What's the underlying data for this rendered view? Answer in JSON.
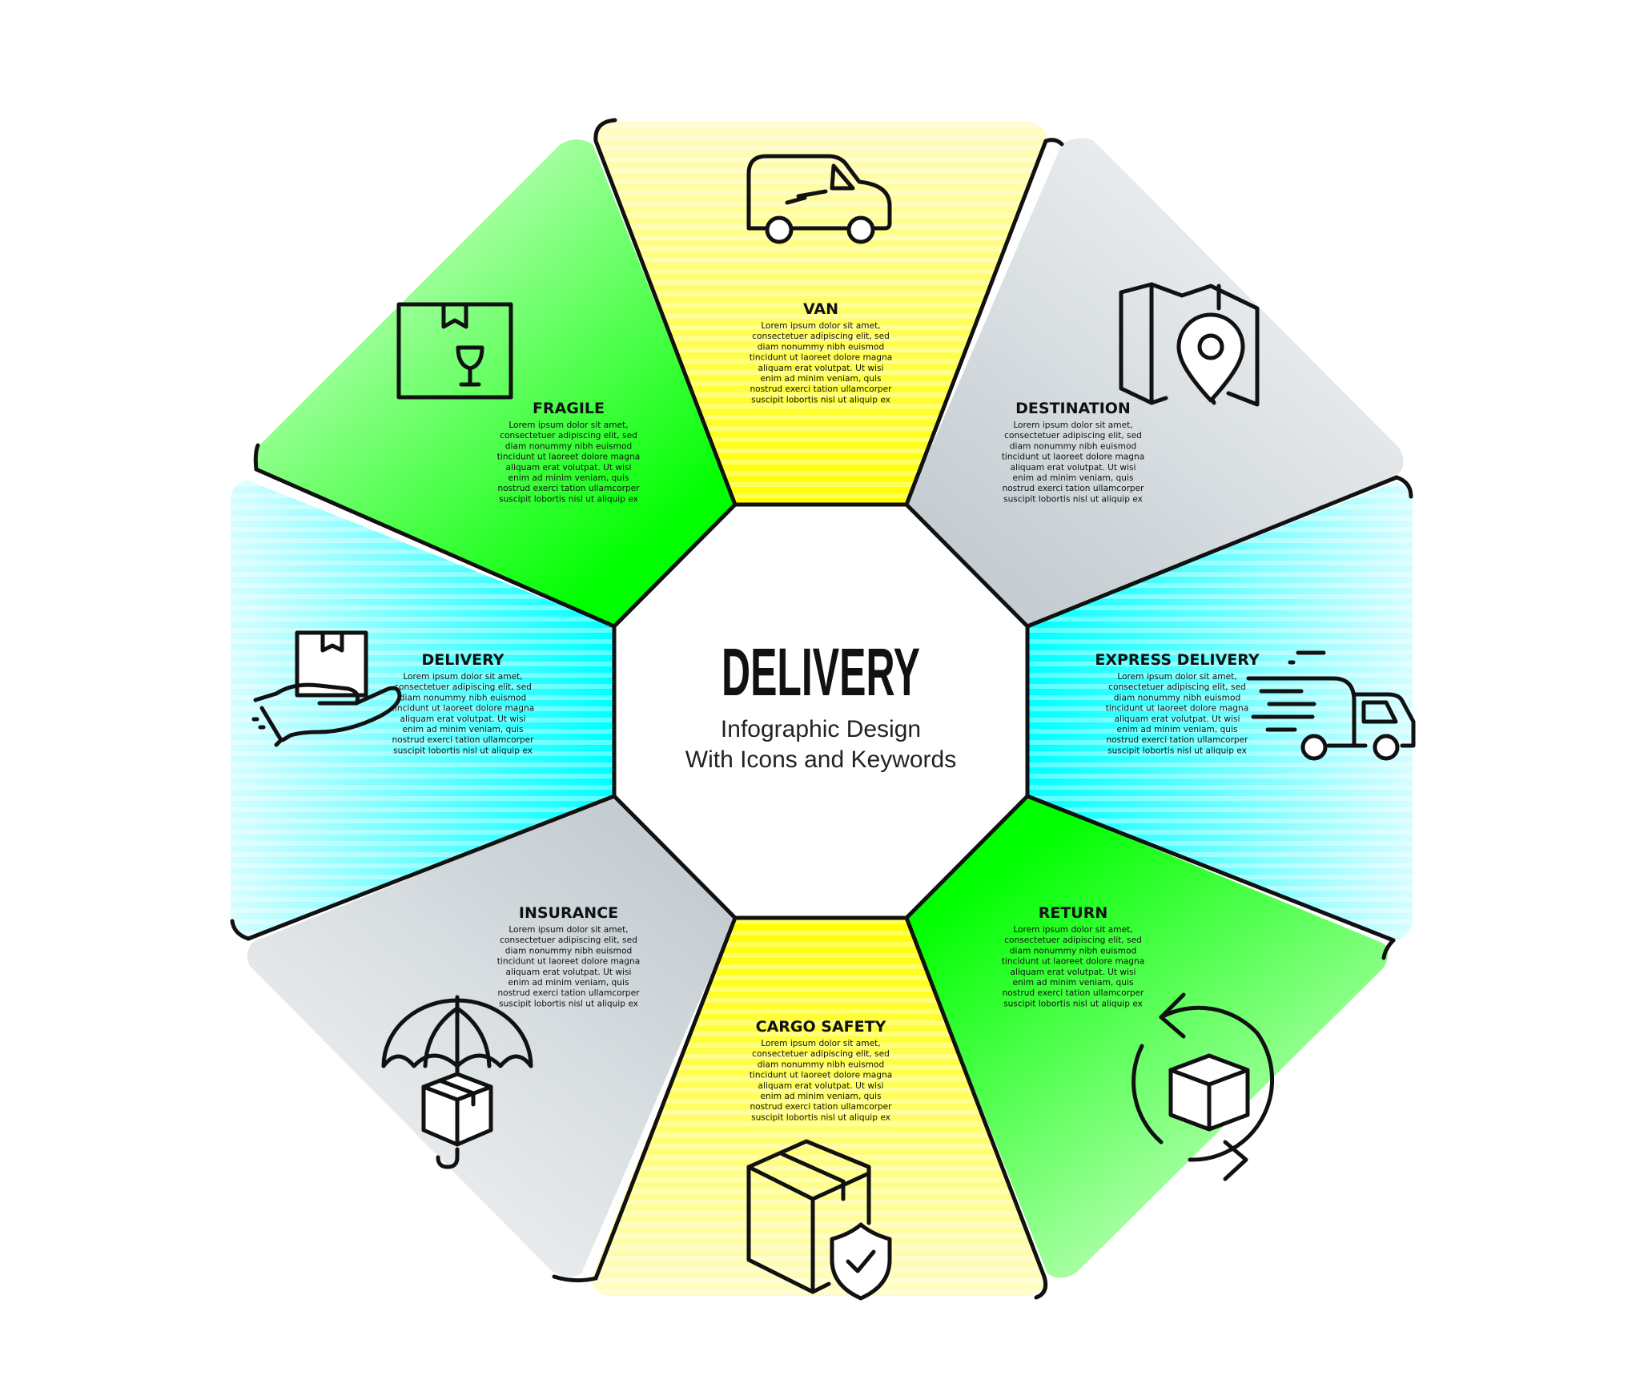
{
  "center": {
    "title": "DELIVERY",
    "subtitle_line1": "Infographic Design",
    "subtitle_line2": "With Icons and Keywords"
  },
  "segments": [
    {
      "title": "VAN",
      "icon": "van-icon",
      "color": "#ffff00",
      "body": [
        "Lorem ipsum dolor sit amet,",
        "consectetuer adipiscing elit, sed",
        "diam nonummy nibh euismod",
        "tincidunt ut laoreet dolore magna",
        "aliquam erat volutpat. Ut wisi",
        "enim ad minim veniam, quis",
        "nostrud exerci tation ullamcorper",
        "suscipit lobortis nisl ut aliquip ex"
      ]
    },
    {
      "title": "DESTINATION",
      "icon": "map-pin-icon",
      "color": "#c9d1d6",
      "body": [
        "Lorem ipsum dolor sit amet,",
        "consectetuer adipiscing elit, sed",
        "diam nonummy nibh euismod",
        "tincidunt ut laoreet dolore magna",
        "aliquam erat volutpat. Ut wisi",
        "enim ad minim veniam, quis",
        "nostrud exerci tation ullamcorper",
        "suscipit lobortis nisl ut aliquip ex"
      ]
    },
    {
      "title": "EXPRESS DELIVERY",
      "icon": "express-truck-icon",
      "color": "#00ffff",
      "body": [
        "Lorem ipsum dolor sit amet,",
        "consectetuer adipiscing elit, sed",
        "diam nonummy nibh euismod",
        "tincidunt ut laoreet dolore magna",
        "aliquam erat volutpat. Ut wisi",
        "enim ad minim veniam, quis",
        "nostrud exerci tation ullamcorper",
        "suscipit lobortis nisl ut aliquip ex"
      ]
    },
    {
      "title": "RETURN",
      "icon": "return-box-icon",
      "color": "#00ff00",
      "body": [
        "Lorem ipsum dolor sit amet,",
        "consectetuer adipiscing elit, sed",
        "diam nonummy nibh euismod",
        "tincidunt ut laoreet dolore magna",
        "aliquam erat volutpat. Ut wisi",
        "enim ad minim veniam, quis",
        "nostrud exerci tation ullamcorper",
        "suscipit lobortis nisl ut aliquip ex"
      ]
    },
    {
      "title": "CARGO SAFETY",
      "icon": "cargo-safety-icon",
      "color": "#ffff00",
      "body": [
        "Lorem ipsum dolor sit amet,",
        "consectetuer adipiscing elit, sed",
        "diam nonummy nibh euismod",
        "tincidunt ut laoreet dolore magna",
        "aliquam erat volutpat. Ut wisi",
        "enim ad minim veniam, quis",
        "nostrud exerci tation ullamcorper",
        "suscipit lobortis nisl ut aliquip ex"
      ]
    },
    {
      "title": "INSURANCE",
      "icon": "umbrella-box-icon",
      "color": "#c9d1d6",
      "body": [
        "Lorem ipsum dolor sit amet,",
        "consectetuer adipiscing elit, sed",
        "diam nonummy nibh euismod",
        "tincidunt ut laoreet dolore magna",
        "aliquam erat volutpat. Ut wisi",
        "enim ad minim veniam, quis",
        "nostrud exerci tation ullamcorper",
        "suscipit lobortis nisl ut aliquip ex"
      ]
    },
    {
      "title": "DELIVERY",
      "icon": "hand-box-icon",
      "color": "#00ffff",
      "body": [
        "Lorem ipsum dolor sit amet,",
        "consectetuer adipiscing elit, sed",
        "diam nonummy nibh euismod",
        "tincidunt ut laoreet dolore magna",
        "aliquam erat volutpat. Ut wisi",
        "enim ad minim veniam, quis",
        "nostrud exerci tation ullamcorper",
        "suscipit lobortis nisl ut aliquip ex"
      ]
    },
    {
      "title": "FRAGILE",
      "icon": "fragile-box-icon",
      "color": "#00ff00",
      "body": [
        "Lorem ipsum dolor sit amet,",
        "consectetuer adipiscing elit, sed",
        "diam nonummy nibh euismod",
        "tincidunt ut laoreet dolore magna",
        "aliquam erat volutpat. Ut wisi",
        "enim ad minim veniam, quis",
        "nostrud exerci tation ullamcorper",
        "suscipit lobortis nisl ut aliquip ex"
      ]
    }
  ]
}
